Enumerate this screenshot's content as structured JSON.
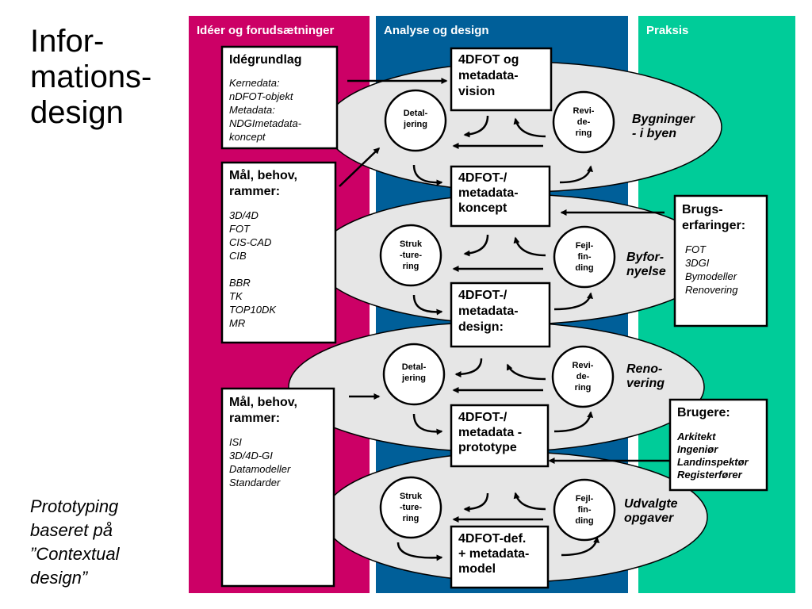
{
  "title": [
    "Infor-",
    "mations-",
    "design"
  ],
  "subtitle": [
    "Prototyping",
    "baseret på",
    "”Contextual",
    "design”"
  ],
  "columns": [
    {
      "label": "Idéer og forudsætninger",
      "color": "#cc0066"
    },
    {
      "label": "Analyse og design",
      "color": "#005f99"
    },
    {
      "label": "Praksis",
      "color": "#00cc99"
    }
  ],
  "left_boxes": [
    {
      "title": [
        "Idégrundlag"
      ],
      "items": [
        "Kernedata:",
        "nDFOT-objekt",
        "Metadata:",
        "NDGImetadata-",
        "koncept"
      ]
    },
    {
      "title": [
        "Mål, behov,",
        "rammer:"
      ],
      "items": [
        "3D/4D",
        "FOT",
        "CIS-CAD",
        "CIB",
        "",
        "BBR",
        "TK",
        "TOP10DK",
        "MR"
      ]
    },
    {
      "title": [
        "Mål, behov,",
        "rammer:"
      ],
      "items": [
        "ISI",
        "3D/4D-GI",
        "Datamodeller",
        "Standarder"
      ]
    }
  ],
  "center_boxes": [
    {
      "lines": [
        "4DFOT og",
        "metadata-",
        "vision"
      ]
    },
    {
      "lines": [
        "4DFOT-/",
        "metadata-",
        "koncept"
      ]
    },
    {
      "lines": [
        "4DFOT-/",
        "metadata-",
        "design:"
      ]
    },
    {
      "lines": [
        "4DFOT-/",
        "metadata -",
        "prototype"
      ]
    },
    {
      "lines": [
        "4DFOT-def.",
        "+ metadata-",
        "model"
      ]
    }
  ],
  "circles": [
    {
      "lines": [
        "Detal-",
        "jering"
      ]
    },
    {
      "lines": [
        "Revi-",
        "de-",
        "ring"
      ]
    },
    {
      "lines": [
        "Struk",
        "-ture-",
        "ring"
      ]
    },
    {
      "lines": [
        "Fejl-",
        "fin-",
        "ding"
      ]
    },
    {
      "lines": [
        "Detal-",
        "jering"
      ]
    },
    {
      "lines": [
        "Revi-",
        "de-",
        "ring"
      ]
    },
    {
      "lines": [
        "Struk",
        "-ture-",
        "ring"
      ]
    },
    {
      "lines": [
        "Fejl-",
        "fin-",
        "ding"
      ]
    }
  ],
  "ellipse_labels": [
    {
      "lines": [
        "Bygninger",
        "- i byen"
      ]
    },
    {
      "lines": [
        "Byfor-",
        "nyelse"
      ]
    },
    {
      "lines": [
        "Reno-",
        "vering"
      ]
    },
    {
      "lines": [
        "Udvalgte",
        "opgaver"
      ]
    }
  ],
  "right_boxes": [
    {
      "title": [
        "Brugs-",
        "erfaringer:"
      ],
      "items": [
        "FOT",
        "3DGI",
        "Bymodeller",
        "Renovering"
      ]
    },
    {
      "title": [
        "Brugere:"
      ],
      "items": [
        "Arkitekt",
        "Ingeniør",
        "Landinspektør",
        "Registerfører"
      ]
    }
  ],
  "colors": {
    "ellipse_fill": "#e6e6e6",
    "box_fill": "#ffffff",
    "stroke": "#000000"
  }
}
